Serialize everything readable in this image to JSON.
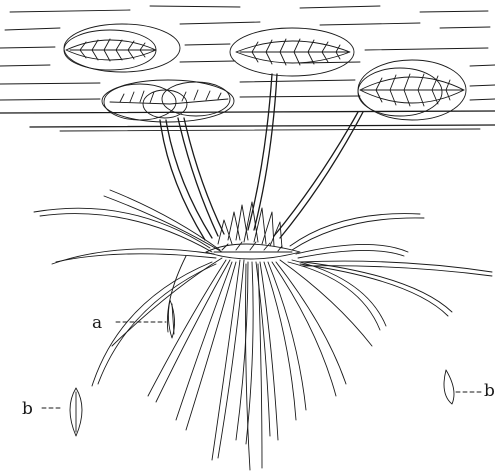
{
  "labels": {
    "a": "a",
    "b_left": "b",
    "b_right": "b"
  }
}
